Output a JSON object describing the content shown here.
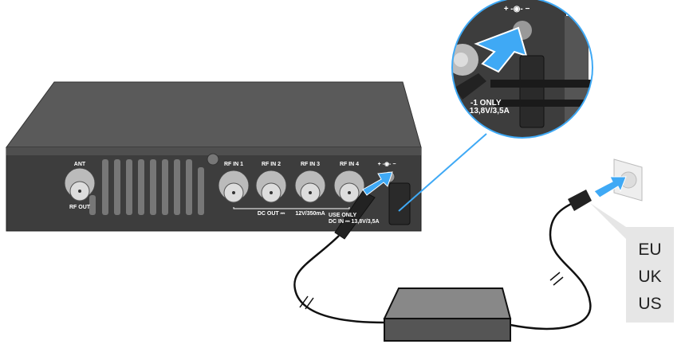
{
  "device": {
    "ant_label": "ANT",
    "rf_out_label": "RF OUT",
    "rf_in_labels": [
      "RF IN 1",
      "RF IN 2",
      "RF IN 3",
      "RF IN 4"
    ],
    "dc_out_label": "DC OUT ⎓",
    "dc_out_rating": "12V/350mA",
    "polarity_symbol": "+ -◉- −",
    "use_only_label": "USE     ONLY",
    "dc_in_label": "DC IN ⎓ 13,8V/3,5A"
  },
  "zoom_detail": {
    "polarity_symbol": "+ -◉- −",
    "only_label": "-1 ONLY",
    "rating_label": "⎓ 13,8V/3,5A"
  },
  "regions": [
    "EU",
    "UK",
    "US"
  ],
  "colors": {
    "accent_blue": "#3fa9f5",
    "device_body": "#4a4a4a",
    "label_box": "#e6e6e6"
  }
}
